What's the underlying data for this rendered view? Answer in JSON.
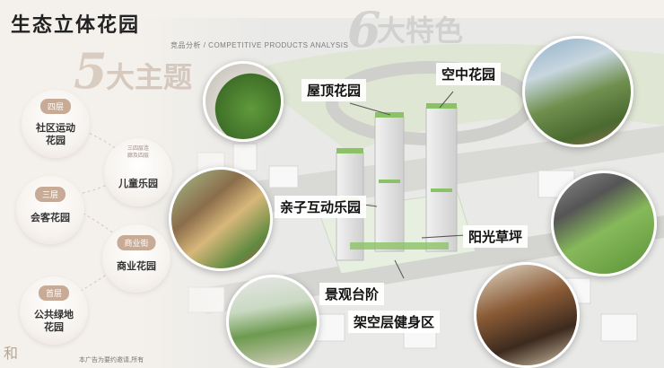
{
  "title": "生态立体花园",
  "subtitle_en": "竞品分析 / COMPETITIVE PRODUCTS ANALYSIS",
  "five_themes": {
    "number": "5",
    "label": "大主题"
  },
  "six_features": {
    "number": "6",
    "label": "大特色"
  },
  "themes": [
    {
      "floor": "四层",
      "name": "社区运动花园"
    },
    {
      "floor": "三四层连廊及四层",
      "name": "儿童乐园"
    },
    {
      "floor": "三层",
      "name": "会客花园"
    },
    {
      "floor": "商业街",
      "name": "商业花园"
    },
    {
      "floor": "首层",
      "name": "公共绿地花园"
    }
  ],
  "features": [
    "屋顶花园",
    "空中花园",
    "亲子互动乐园",
    "阳光草坪",
    "景观台阶",
    "架空层健身区"
  ],
  "footer": "本广告为要约邀请,所有",
  "colors": {
    "accent": "#c8ab97",
    "green": "#6fa54b"
  }
}
